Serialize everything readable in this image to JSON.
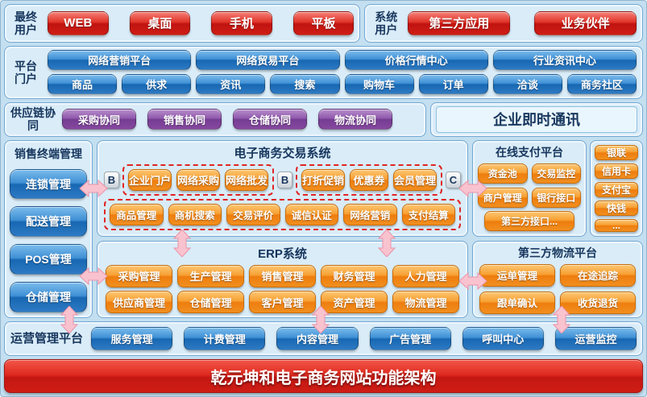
{
  "end_users": {
    "label": "最终用户",
    "buttons": [
      "WEB",
      "桌面",
      "手机",
      "平板"
    ]
  },
  "system_users": {
    "label": "系统用户",
    "buttons": [
      "第三方应用",
      "业务伙伴"
    ]
  },
  "portal": {
    "label": "平台门户",
    "row1": [
      "网络营销平台",
      "网络贸易平台",
      "价格行情中心",
      "行业资讯中心"
    ],
    "row2": [
      "商品",
      "供求",
      "资讯",
      "搜索",
      "购物车",
      "订单",
      "洽谈",
      "商务社区"
    ]
  },
  "supply_chain": {
    "label": "供应链协同",
    "buttons": [
      "采购协同",
      "销售协同",
      "仓储协同",
      "物流协同"
    ]
  },
  "im_box": {
    "label": "企业即时通讯"
  },
  "terminal": {
    "title": "销售终端管理",
    "buttons": [
      "连锁管理",
      "配送管理",
      "POS管理",
      "仓储管理"
    ]
  },
  "commerce": {
    "title": "电子商务交易系统",
    "badge_b1": "B",
    "badge_b2": "B",
    "badge_c": "C",
    "group1": [
      "企业门户",
      "网络采购",
      "网络批发"
    ],
    "group2": [
      "打折促销",
      "优惠券",
      "会员管理"
    ],
    "row2": [
      "商品管理",
      "商机搜索",
      "交易评价",
      "诚信认证",
      "网络营销",
      "支付结算"
    ]
  },
  "payment": {
    "title": "在线支付平台",
    "grid": [
      "资金池",
      "交易监控",
      "商户管理",
      "银行接口"
    ],
    "wide": "第三方接口...",
    "channels": [
      "银联",
      "信用卡",
      "支付宝",
      "快钱",
      "..."
    ]
  },
  "erp": {
    "title": "ERP系统",
    "row1": [
      "采购管理",
      "生产管理",
      "销售管理",
      "财务管理",
      "人力管理"
    ],
    "row2": [
      "供应商管理",
      "仓储管理",
      "客户管理",
      "资产管理",
      "物流管理"
    ]
  },
  "logistics": {
    "title": "第三方物流平台",
    "buttons": [
      "运单管理",
      "在途追踪",
      "跟单确认",
      "收货退货"
    ]
  },
  "operations": {
    "label": "运营管理平台",
    "buttons": [
      "服务管理",
      "计费管理",
      "内容管理",
      "广告管理",
      "呼叫中心",
      "运营监控"
    ]
  },
  "banner": {
    "title": "乾元坤和电子商务网站功能架构"
  },
  "colors": {
    "accent_red": "#d32015",
    "accent_blue": "#2e7ac4",
    "accent_purple": "#86489f",
    "accent_orange": "#f18f1f",
    "dashed_border": "#e02424",
    "label_navy": "#17365d"
  }
}
